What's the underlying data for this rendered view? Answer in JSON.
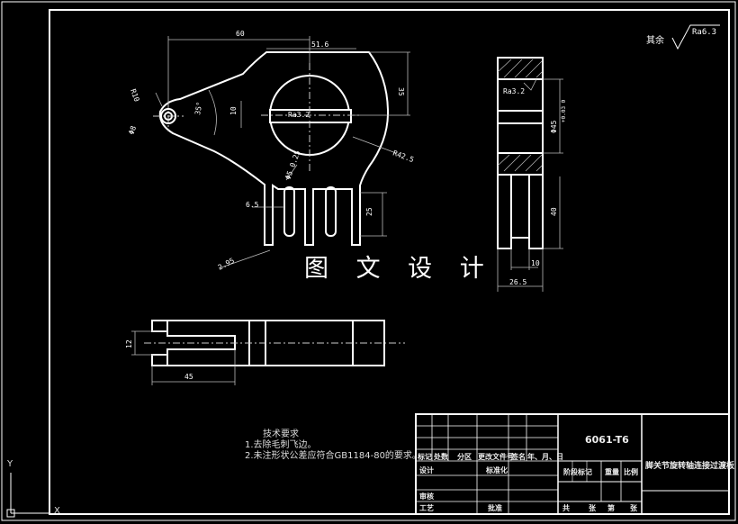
{
  "roughness": {
    "prefix": "其余",
    "value": "Ra6.3"
  },
  "watermark": "图 文 设 计",
  "tech_requirements": {
    "title": "技术要求",
    "items": [
      "1.去除毛刺飞边。",
      "2.未注形状公差应符合GB1184-80的要求。"
    ]
  },
  "dimensions": {
    "d60": "60",
    "d51_6": "51.6",
    "d35": "35",
    "r10": "R10",
    "phi8": "Φ8",
    "a35": "35°",
    "d10": "10",
    "ra3_2_a": "Ra3.2",
    "r42_5": "R42.5",
    "d9_5": "Φ5 0.25",
    "d6_5": "6.5",
    "d25": "25",
    "d2_5": "2.95",
    "ra3_2_b": "Ra3.2",
    "phi45": "Φ45",
    "tol45": "+0.03 0",
    "d40": "40",
    "d10b": "10",
    "d26_5": "26.5",
    "d12": "12",
    "d45": "45"
  },
  "title_block": {
    "material": "6061-T6",
    "drawing_name": "脚关节旋转轴连接过渡板",
    "row_labels": [
      "标记",
      "处数",
      "分区",
      "更改文件号",
      "签名",
      "年、月、日"
    ],
    "design": "设计",
    "standardize": "标准化",
    "stage_mark": "阶段标记",
    "weight": "重量",
    "scale": "比例",
    "review": "审核",
    "process": "工艺",
    "approve": "批准",
    "total": "共",
    "sheet": "张",
    "page": "第",
    "sheet2": "张"
  },
  "ucs": {
    "y": "Y",
    "x": "X"
  }
}
